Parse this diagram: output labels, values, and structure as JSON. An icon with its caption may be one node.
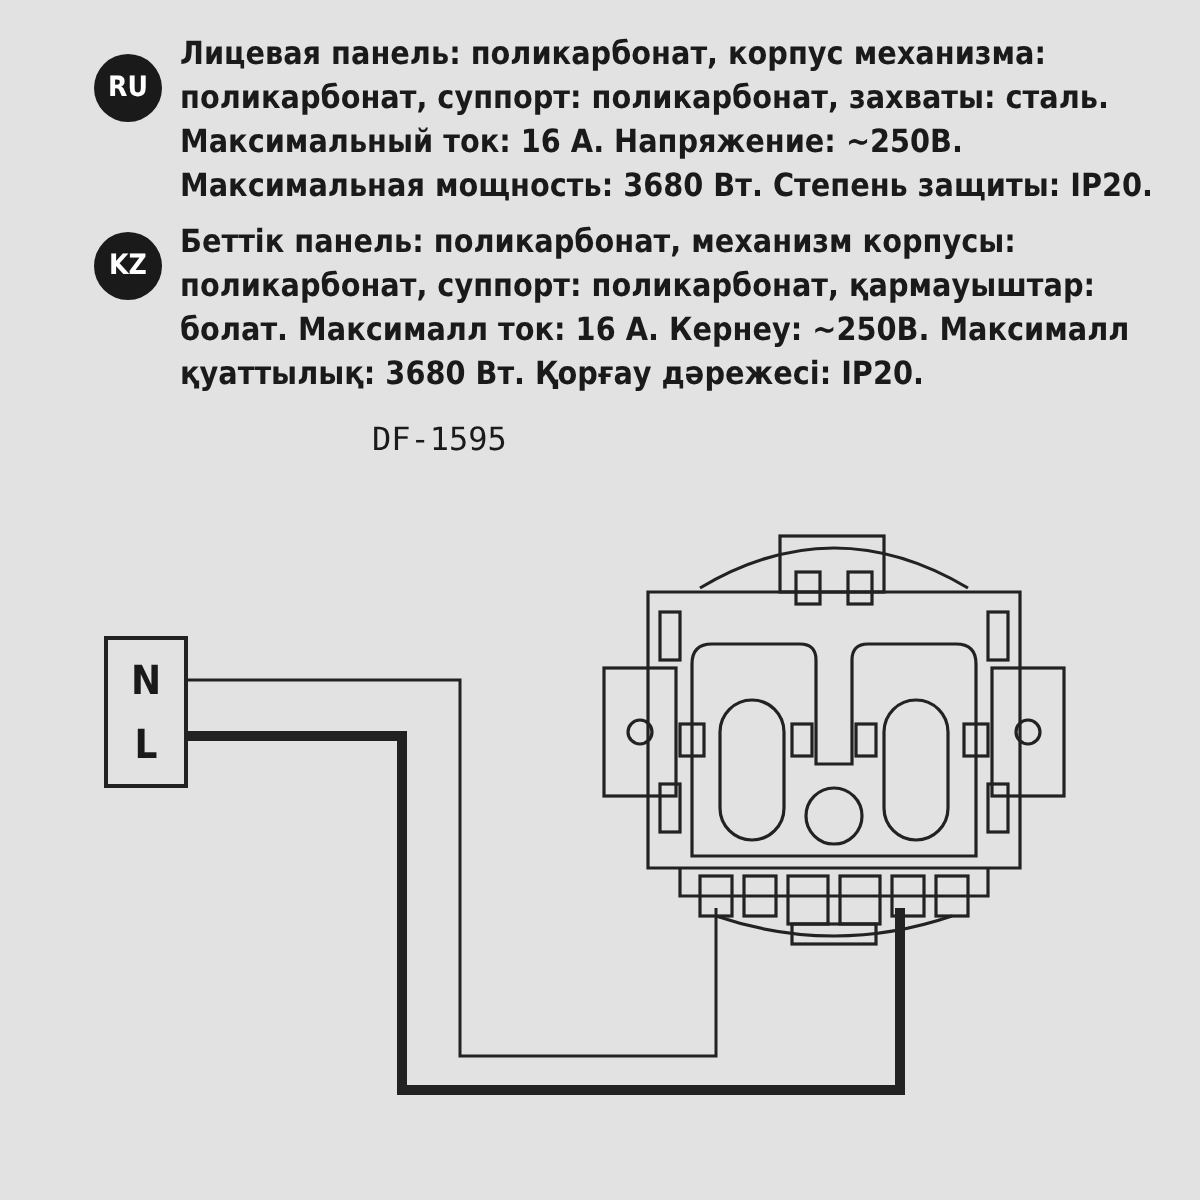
{
  "diagram": {
    "nodes": [
      {
        "text": [
          "N",
          "L"
        ]
      },
      {
        "text": [],
        "shape": "picture"
      }
    ],
    "edges": [
      {
        "from": 0,
        "to": 1,
        "arrow": "none"
      },
      {
        "from": 0,
        "to": 1,
        "arrow": "none",
        "style": "thick"
      }
    ],
    "labels": [
      "RU",
      "Лицевая панель: поликарбонат, корпус механизма: поликарбонат, суппорт: поликарбонат, захваты: сталь. Максимальный ток: 16 А. Напряжение: ~250В. Максимальная мощность: 3680 Вт. Степень защиты: IP20.",
      "KZ",
      "Беттік панель: поликарбонат, механизм корпусы: поликарбонат, суппорт: поликарбонат, қармауыштар: болат. Максималл ток: 16 А. Кернеу: ~250В. Максималл қуаттылық: 3680 Вт. Қорғау дәрежесі: IP20.",
      "DF-1595"
    ]
  }
}
